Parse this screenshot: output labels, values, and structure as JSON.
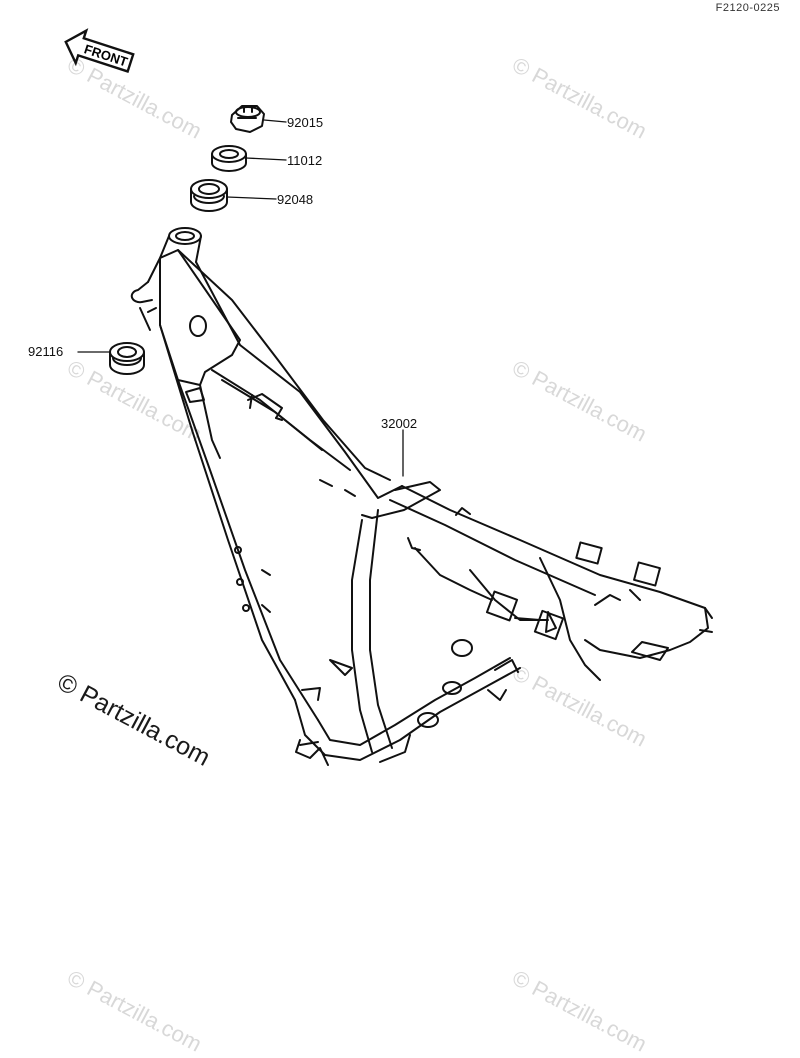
{
  "drawing_code": "F2120-0225",
  "front_label": "FRONT",
  "watermark_main": "© Partzilla.com",
  "watermark_faint": "© Partzilla.com",
  "parts": [
    {
      "number": "92015"
    },
    {
      "number": "11012"
    },
    {
      "number": "92048"
    },
    {
      "number": "92116"
    },
    {
      "number": "32002"
    }
  ]
}
